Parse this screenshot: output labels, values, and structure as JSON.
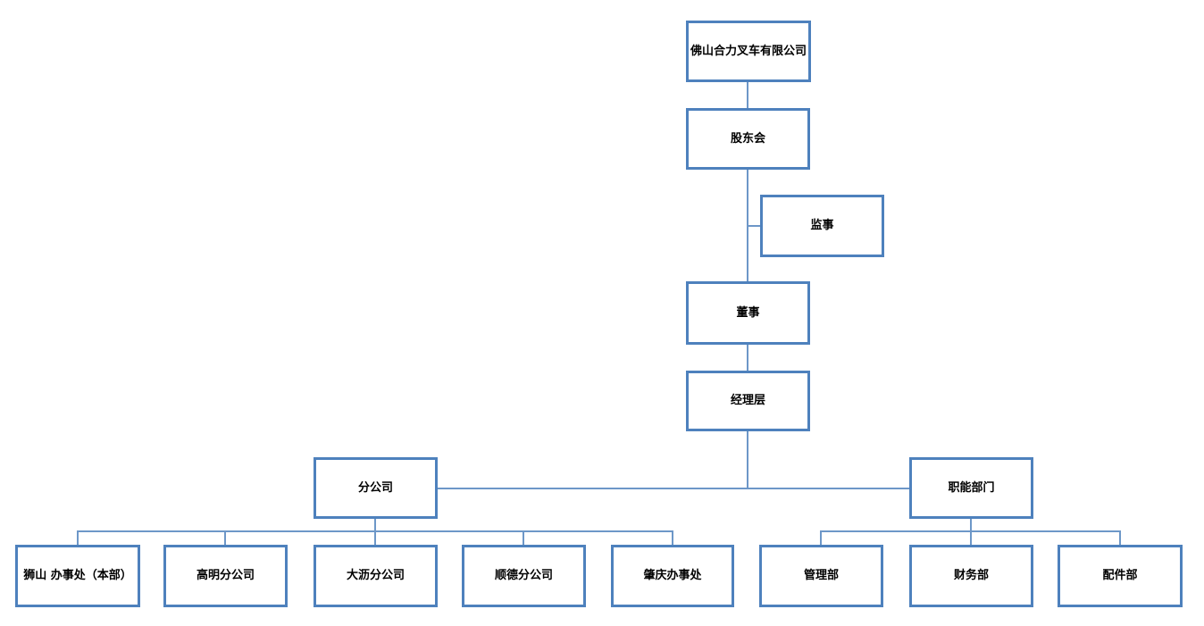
{
  "org_chart": {
    "type": "organization-chart",
    "nodes": {
      "company": {
        "label": "佛山合力叉车有限公司",
        "level": 1
      },
      "shareholders": {
        "label": "股东会",
        "level": 2
      },
      "supervisor": {
        "label": "监事",
        "level": 3,
        "side_branch": true
      },
      "director": {
        "label": "董事",
        "level": 3
      },
      "management": {
        "label": "经理层",
        "level": 4
      },
      "branches": {
        "label": "分公司",
        "level": 5
      },
      "functional": {
        "label": "职能部门",
        "level": 5
      },
      "shishan": {
        "label": "狮山 办事处（本部）",
        "level": 6
      },
      "gaoming": {
        "label": "高明分公司",
        "level": 6
      },
      "dali": {
        "label": "大沥分公司",
        "level": 6
      },
      "shunde": {
        "label": "顺德分公司",
        "level": 6
      },
      "zhaoqing": {
        "label": "肇庆办事处",
        "level": 6
      },
      "guanli": {
        "label": "管理部",
        "level": 6
      },
      "caiwu": {
        "label": "财务部",
        "level": 6
      },
      "peijian": {
        "label": "配件部",
        "level": 6
      }
    },
    "edges": [
      {
        "from": "company",
        "to": "shareholders"
      },
      {
        "from": "shareholders",
        "to": "supervisor"
      },
      {
        "from": "shareholders",
        "to": "director"
      },
      {
        "from": "director",
        "to": "management"
      },
      {
        "from": "management",
        "to": "branches"
      },
      {
        "from": "management",
        "to": "functional"
      },
      {
        "from": "branches",
        "to": "shishan"
      },
      {
        "from": "branches",
        "to": "gaoming"
      },
      {
        "from": "branches",
        "to": "dali"
      },
      {
        "from": "branches",
        "to": "shunde"
      },
      {
        "from": "branches",
        "to": "zhaoqing"
      },
      {
        "from": "functional",
        "to": "guanli"
      },
      {
        "from": "functional",
        "to": "caiwu"
      },
      {
        "from": "functional",
        "to": "peijian"
      }
    ]
  },
  "colors": {
    "box_border": "#4e81bd",
    "connector": "#6d97c8",
    "text": "#000000",
    "background": "#ffffff"
  }
}
